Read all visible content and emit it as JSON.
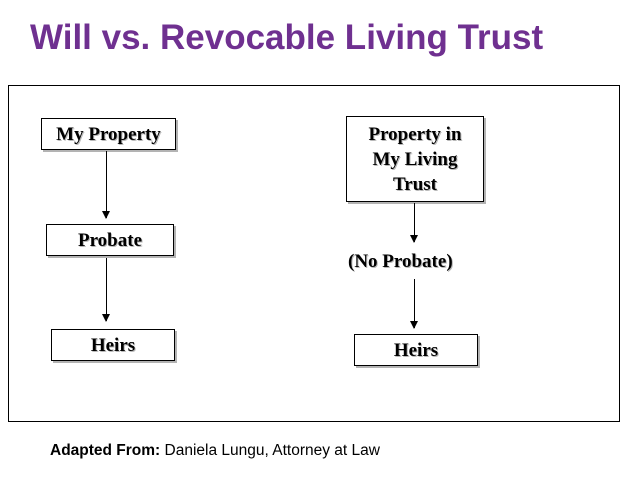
{
  "title": "Will vs. Revocable Living Trust",
  "will_path": {
    "start": "My Property",
    "middle": "Probate",
    "end": "Heirs"
  },
  "trust_path": {
    "start_lines": [
      "Property in",
      "My Living",
      "Trust"
    ],
    "middle": "(No Probate)",
    "end": "Heirs"
  },
  "credit": {
    "label": "Adapted From:",
    "text": "Daniela Lungu, Attorney at Law"
  },
  "colors": {
    "title": "#6f3090",
    "text": "#000000"
  }
}
